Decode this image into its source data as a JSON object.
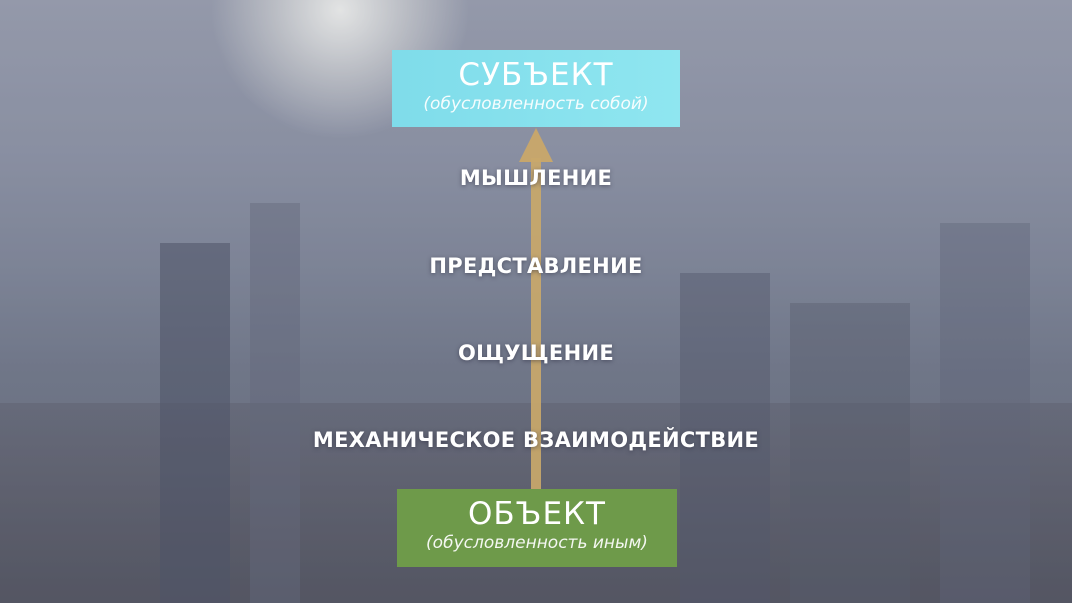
{
  "subject": {
    "title": "СУБЪЕКТ",
    "subtitle": "(обусловленность собой)"
  },
  "levels": [
    "МЫШЛЕНИЕ",
    "ПРЕДСТАВЛЕНИЕ",
    "ОЩУЩЕНИЕ",
    "МЕХАНИЧЕСКОЕ ВЗАИМОДЕЙСТВИЕ"
  ],
  "object": {
    "title": "ОБЪЕКТ",
    "subtitle": "(обусловленность иным)"
  },
  "colors": {
    "subject_box": "#86e1ee",
    "object_box": "#6e9a4a",
    "arrow": "#c9a86a"
  }
}
